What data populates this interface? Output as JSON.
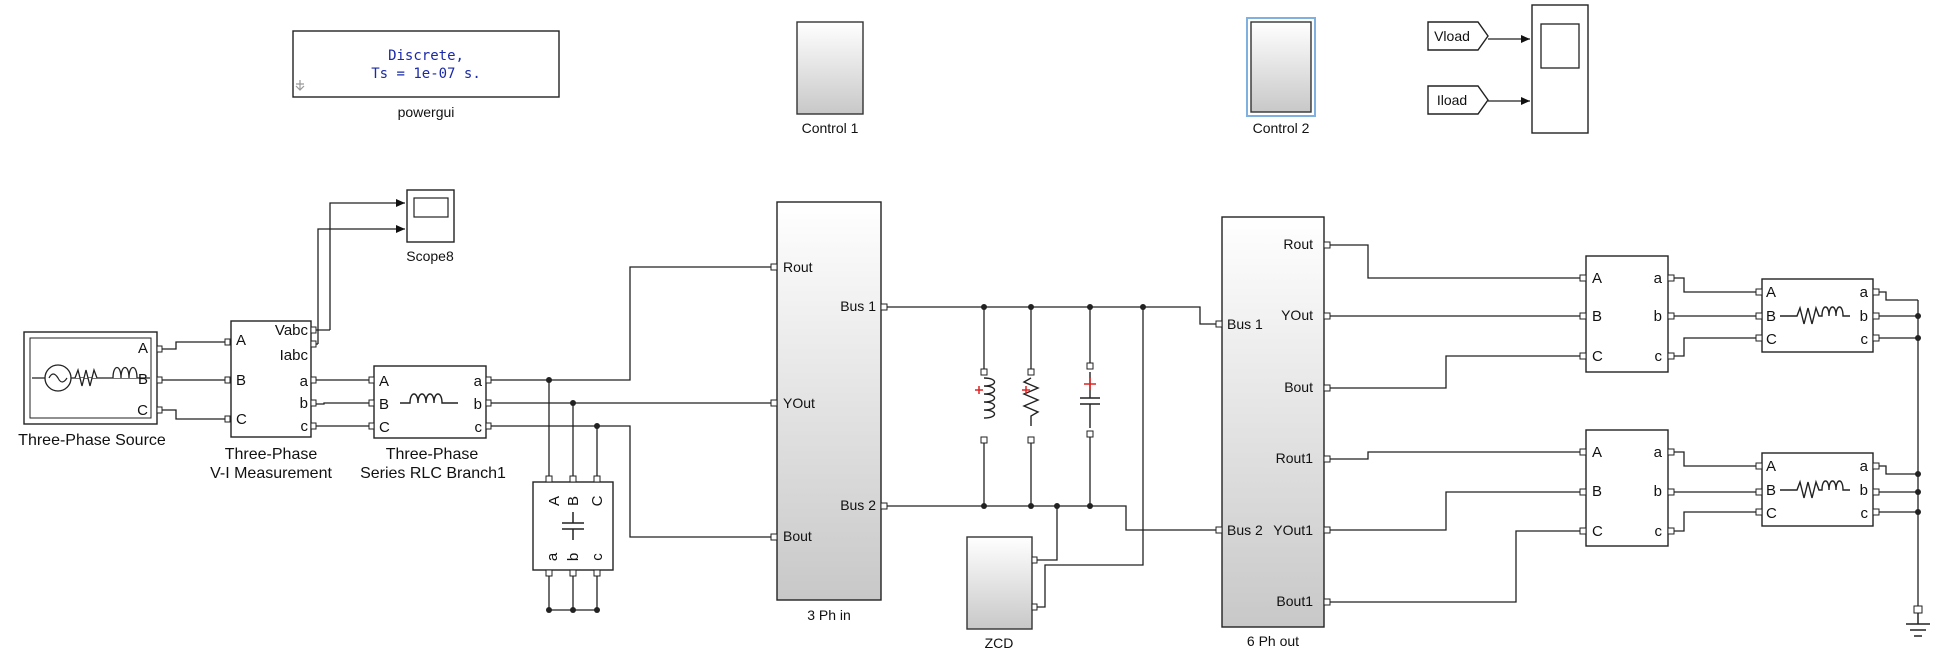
{
  "powergui": {
    "line1": "Discrete,",
    "line2": "Ts = 1e-07 s.",
    "caption": "powergui"
  },
  "control1": {
    "caption": "Control 1"
  },
  "control2": {
    "caption": "Control 2"
  },
  "goto_tags": {
    "vload": "Vload",
    "iload": "Iload"
  },
  "scope8": {
    "caption": "Scope8"
  },
  "source": {
    "caption": "Three-Phase Source",
    "ports": [
      "A",
      "B",
      "C"
    ]
  },
  "vi_meas": {
    "caption1": "Three-Phase",
    "caption2": "V-I Measurement",
    "in_ports": [
      "A",
      "B",
      "C"
    ],
    "out_v": "Vabc",
    "out_i": "Iabc",
    "out_ports": [
      "a",
      "b",
      "c"
    ]
  },
  "rlc": {
    "caption1": "Three-Phase",
    "caption2": "Series RLC Branch1",
    "in_ports": [
      "A",
      "B",
      "C"
    ],
    "out_ports": [
      "a",
      "b",
      "c"
    ]
  },
  "cap_bank": {
    "top_ports": [
      "A",
      "B",
      "C"
    ],
    "bottom_ports": [
      "a",
      "b",
      "c"
    ]
  },
  "three_ph_in": {
    "caption": "3 Ph in",
    "in_ports": [
      "Rout",
      "YOut",
      "Bout"
    ],
    "out_ports": [
      "Bus 1",
      "Bus 2"
    ]
  },
  "zcd": {
    "caption": "ZCD"
  },
  "six_ph_out": {
    "caption": "6 Ph out",
    "in_ports": [
      "Bus 1",
      "Bus 2"
    ],
    "out_ports": [
      "Rout",
      "YOut",
      "Bout",
      "Rout1",
      "YOut1",
      "Bout1"
    ]
  },
  "meas_blocks": {
    "in_ports": [
      "A",
      "B",
      "C"
    ],
    "out_ports": [
      "a",
      "b",
      "c"
    ]
  },
  "loads": {
    "in_ports": [
      "A",
      "B",
      "C"
    ],
    "out_ports": [
      "a",
      "b",
      "c"
    ]
  }
}
